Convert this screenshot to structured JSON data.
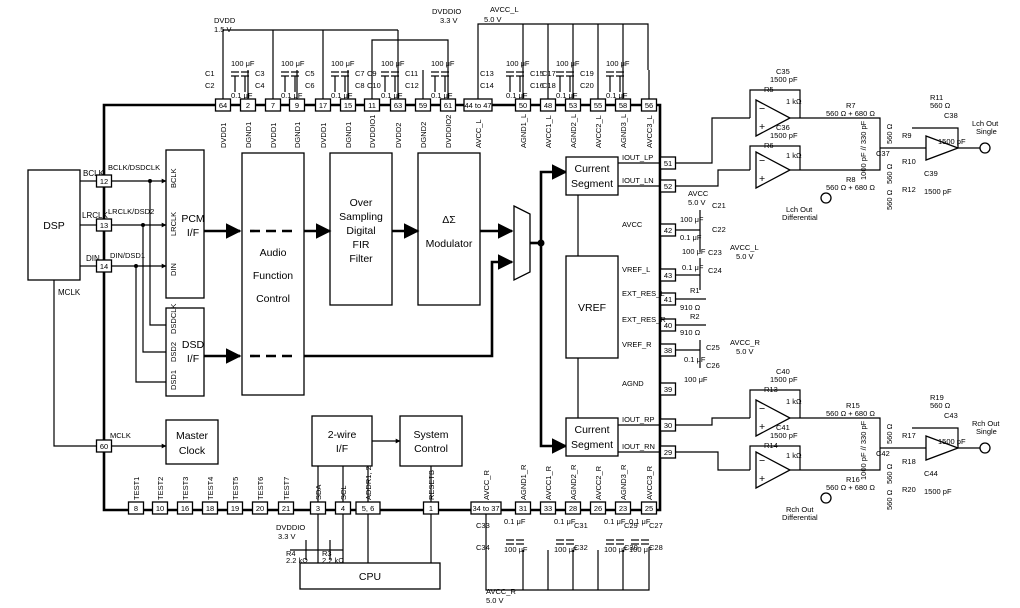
{
  "blocks": {
    "dsp": "DSP",
    "pcm": [
      "PCM",
      "I/F"
    ],
    "audio": [
      "Audio",
      "Function",
      "Control"
    ],
    "fir": [
      "Over",
      "Sampling",
      "Digital",
      "FIR",
      "Filter"
    ],
    "dsm": [
      "ΔΣ",
      "Modulator"
    ],
    "dsd": [
      "DSD",
      "I/F"
    ],
    "cs_top": [
      "Current",
      "Segment"
    ],
    "cs_bot": [
      "Current",
      "Segment"
    ],
    "vref": "VREF",
    "master": [
      "Master",
      "Clock"
    ],
    "twowire": [
      "2-wire",
      "I/F"
    ],
    "sysctl": [
      "System",
      "Control"
    ],
    "cpu": "CPU"
  },
  "signals": {
    "bclk": "BCLK",
    "lrclk": "LRCLK",
    "din": "DIN",
    "mclk": "MCLK",
    "mclk2": "MCLK",
    "bclk_dsd": "BCLK/DSDCLK",
    "lrclk_dsd": "LRCLK/DSD2",
    "din_dsd": "DIN/DSD1",
    "pcm_bclk": "BCLK",
    "pcm_lrclk": "LRCLK",
    "pcm_din": "DIN",
    "dsd_clk": "DSDCLK",
    "dsd2": "DSD2",
    "dsd1": "DSD1"
  },
  "pins_left": [
    {
      "num": "12"
    },
    {
      "num": "13"
    },
    {
      "num": "14"
    },
    {
      "num": "60"
    }
  ],
  "pins_top": [
    {
      "num": "64",
      "label": "DVDD1"
    },
    {
      "num": "2",
      "label": "DGND1"
    },
    {
      "num": "7",
      "label": "DVDD1"
    },
    {
      "num": "9",
      "label": "DGND1"
    },
    {
      "num": "17",
      "label": "DVDD1"
    },
    {
      "num": "15",
      "label": "DGND1"
    },
    {
      "num": "11",
      "label": "DVDDIO1"
    },
    {
      "num": "63",
      "label": "DVDD2"
    },
    {
      "num": "59",
      "label": "DGND2"
    },
    {
      "num": "61",
      "label": "DVDDIO2"
    },
    {
      "num": "44 to 47",
      "label": "AVCC_L"
    },
    {
      "num": "50",
      "label": "AGND1_L"
    },
    {
      "num": "48",
      "label": "AVCC1_L"
    },
    {
      "num": "53",
      "label": "AGND2_L"
    },
    {
      "num": "55",
      "label": "AVCC2_L"
    },
    {
      "num": "58",
      "label": "AGND3_L"
    },
    {
      "num": "56",
      "label": "AVCC3_L"
    }
  ],
  "pins_bottom": [
    {
      "num": "8",
      "label": "TEST1"
    },
    {
      "num": "10",
      "label": "TEST2"
    },
    {
      "num": "16",
      "label": "TEST3"
    },
    {
      "num": "18",
      "label": "TEST4"
    },
    {
      "num": "19",
      "label": "TEST5"
    },
    {
      "num": "20",
      "label": "TEST6"
    },
    {
      "num": "21",
      "label": "TEST7"
    },
    {
      "num": "3",
      "label": "SDA"
    },
    {
      "num": "4",
      "label": "SCL"
    },
    {
      "num": "5, 6",
      "label": "ADDR1, 2"
    },
    {
      "num": "1",
      "label": "RESETB"
    },
    {
      "num": "34 to 37",
      "label": "AVCC_R"
    },
    {
      "num": "31",
      "label": "AGND1_R"
    },
    {
      "num": "33",
      "label": "AVCC1_R"
    },
    {
      "num": "28",
      "label": "AGND2_R"
    },
    {
      "num": "26",
      "label": "AVCC2_R"
    },
    {
      "num": "23",
      "label": "AGND3_R"
    },
    {
      "num": "25",
      "label": "AVCC3_R"
    }
  ],
  "pins_right": [
    {
      "num": "51",
      "label": "IOUT_LP"
    },
    {
      "num": "52",
      "label": "IOUT_LN"
    },
    {
      "num": "42",
      "label": "AVCC"
    },
    {
      "num": "43",
      "label": "VREF_L"
    },
    {
      "num": "41",
      "label": "EXT_RES_L"
    },
    {
      "num": "40",
      "label": "EXT_RES_R"
    },
    {
      "num": "38",
      "label": "VREF_R"
    },
    {
      "num": "39",
      "label": "AGND"
    },
    {
      "num": "30",
      "label": "IOUT_RP"
    },
    {
      "num": "29",
      "label": "IOUT_RN"
    }
  ],
  "supplies": {
    "dvdd": [
      "DVDD",
      "1.5 V"
    ],
    "dvddio": [
      "DVDDIO",
      "3.3 V"
    ],
    "avcc_l": [
      "AVCC_L",
      "5.0 V"
    ],
    "avcc_r": [
      "AVCC_R",
      "5.0 V"
    ],
    "avcc_side": [
      "AVCC",
      "5.0 V"
    ],
    "avcc_l_side": [
      "AVCC_L",
      "5.0 V"
    ],
    "avcc_r_side": [
      "AVCC_R",
      "5.0 V"
    ],
    "dvddio_cpu": [
      "DVDDIO",
      "3.3 V"
    ]
  },
  "top_caps": [
    [
      "C1",
      "C2"
    ],
    [
      "C3",
      "C4"
    ],
    [
      "C5",
      "C6"
    ],
    [
      "C7",
      "C8",
      "C9",
      "C10"
    ],
    [
      "C11",
      "C12"
    ],
    [
      "C13",
      "C14"
    ],
    [
      "C15",
      "C16",
      "C17",
      "C18"
    ],
    [
      "C19",
      "C20"
    ]
  ],
  "cap_values": {
    "big": "100 μF",
    "small": "0.1 μF"
  },
  "bottom_caps": [
    [
      "C33",
      "C34"
    ],
    [
      "C31",
      "C32"
    ],
    [
      "C29",
      "C30"
    ],
    [
      "C27",
      "C28"
    ]
  ],
  "side_parts": {
    "c21": "C21",
    "c22": "C22",
    "c23": "C23",
    "c24": "C24",
    "c25": "C25",
    "c26": "C26",
    "r1": "R1",
    "r2": "R2",
    "r1v": "910 Ω",
    "r2v": "910 Ω",
    "r3": "R3",
    "r4": "R4",
    "r3v": "2.2 kΩ",
    "r4v": "2.2 kΩ"
  },
  "filter_top": {
    "c35": [
      "C35",
      "1500 pF"
    ],
    "r5": [
      "R5",
      "1 kΩ"
    ],
    "c36": [
      "C36",
      "1500 pF"
    ],
    "r6": [
      "R6",
      "1 kΩ"
    ],
    "r7": [
      "R7",
      "560 Ω + 680 Ω"
    ],
    "r8": [
      "R8",
      "560 Ω + 680 Ω"
    ],
    "c37": [
      "C37",
      "1000 pF // 330 pF"
    ],
    "r9": [
      "R9",
      "560 Ω"
    ],
    "r10": [
      "R10",
      "560 Ω"
    ],
    "r11": [
      "R11",
      "560 Ω"
    ],
    "r12": [
      "R12",
      "560 Ω"
    ],
    "c38": [
      "C38",
      "1500 pF"
    ],
    "c39": [
      "C39",
      "1500 pF"
    ],
    "out_diff": [
      "Lch Out",
      "Differential"
    ],
    "out_single": [
      "Lch Out",
      "Single"
    ]
  },
  "filter_bot": {
    "c40": [
      "C40",
      "1500 pF"
    ],
    "r13": [
      "R13",
      "1 kΩ"
    ],
    "c41": [
      "C41",
      "1500 pF"
    ],
    "r14": [
      "R14",
      "1 kΩ"
    ],
    "r15": [
      "R15",
      "560 Ω + 680 Ω"
    ],
    "r16": [
      "R16",
      "560 Ω + 680 Ω"
    ],
    "c42": [
      "C42",
      "1000 pF // 330 pF"
    ],
    "r17": [
      "R17",
      "560 Ω"
    ],
    "r18": [
      "R18",
      "560 Ω"
    ],
    "r19": [
      "R19",
      "560 Ω"
    ],
    "r20": [
      "R20",
      "560 Ω"
    ],
    "c43": [
      "C43",
      "1500 pF"
    ],
    "c44": [
      "C44",
      "1500 pF"
    ],
    "out_diff": [
      "Rch Out",
      "Differential"
    ],
    "out_single": [
      "Rch Out",
      "Single"
    ]
  }
}
